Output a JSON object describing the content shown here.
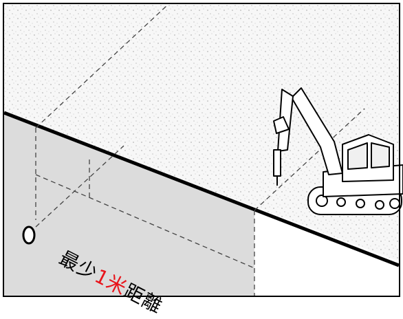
{
  "caption": {
    "prefix": "最少",
    "number": "1",
    "unit": "米",
    "suffix": "距離"
  },
  "colors": {
    "ground": "#f6f6f6",
    "wall": "#dcdcdc",
    "outline": "#000000",
    "highlight": "#e8141b"
  },
  "icons": [
    "excavator-icon",
    "pipe-end-icon"
  ]
}
